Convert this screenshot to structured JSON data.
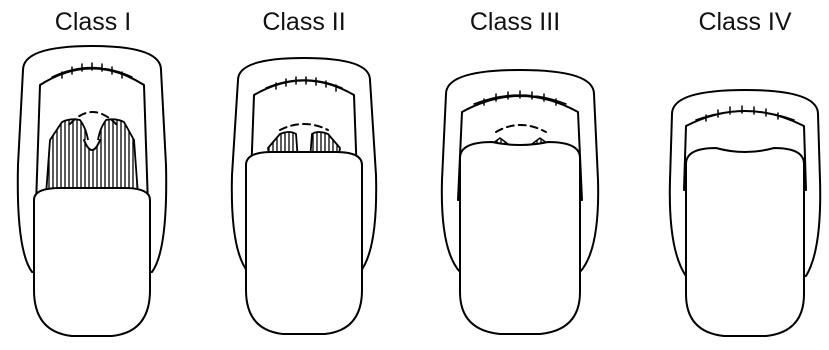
{
  "figure": {
    "panels": [
      {
        "label": "Class I"
      },
      {
        "label": "Class II"
      },
      {
        "label": "Class III"
      },
      {
        "label": "Class IV"
      }
    ],
    "colors": {
      "line": "#000000",
      "fill": "#ffffff",
      "hatch": "#000000"
    }
  }
}
